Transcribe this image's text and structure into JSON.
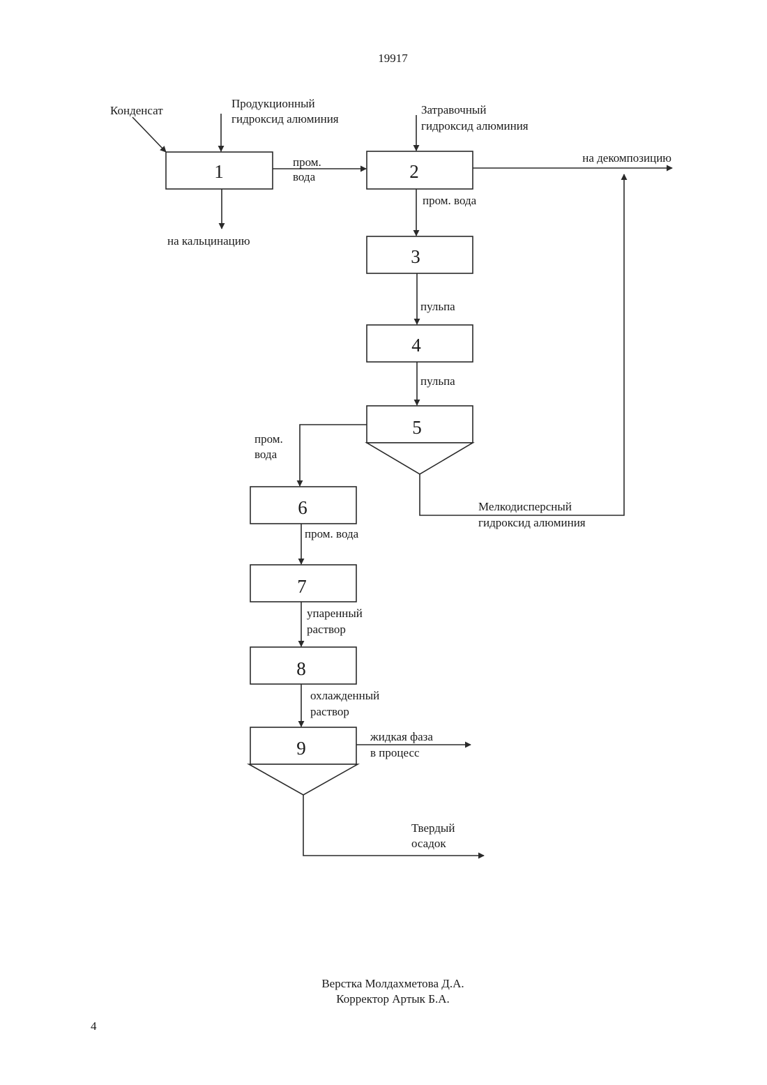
{
  "header": {
    "doc_number": "19917"
  },
  "diagram": {
    "blocks": [
      "1",
      "2",
      "3",
      "4",
      "5",
      "6",
      "7",
      "8",
      "9"
    ],
    "labels": {
      "kondensat": "Конденсат",
      "product_hydroxide": [
        "Продукционный",
        "гидроксид алюминия"
      ],
      "seed_hydroxide": [
        "Затравочный",
        "гидроксид алюминия"
      ],
      "to_decomposition": "на декомпозицию",
      "to_calcination": "на кальцинацию",
      "wash_water_1_2": [
        "пром.",
        "вода"
      ],
      "wash_water_2_3": "пром. вода",
      "pulp_3_4": "пульпа",
      "pulp_4_5": "пульпа",
      "wash_water_5_6": [
        "пром.",
        "вода"
      ],
      "fine_hydroxide": [
        "Мелкодисперсный",
        "гидроксид алюминия"
      ],
      "wash_water_6_7": "пром. вода",
      "evaporated_solution": [
        "упаренный",
        "раствор"
      ],
      "cooled_solution": [
        "охлажденный",
        "раствор"
      ],
      "liquid_phase": [
        "жидкая фаза",
        "в процесс"
      ],
      "solid_residue": [
        "Твердый",
        "осадок"
      ]
    }
  },
  "footer": {
    "layout": "Верстка Молдахметова Д.А.",
    "corrector": "Корректор Артык Б.А.",
    "page_number": "4"
  }
}
